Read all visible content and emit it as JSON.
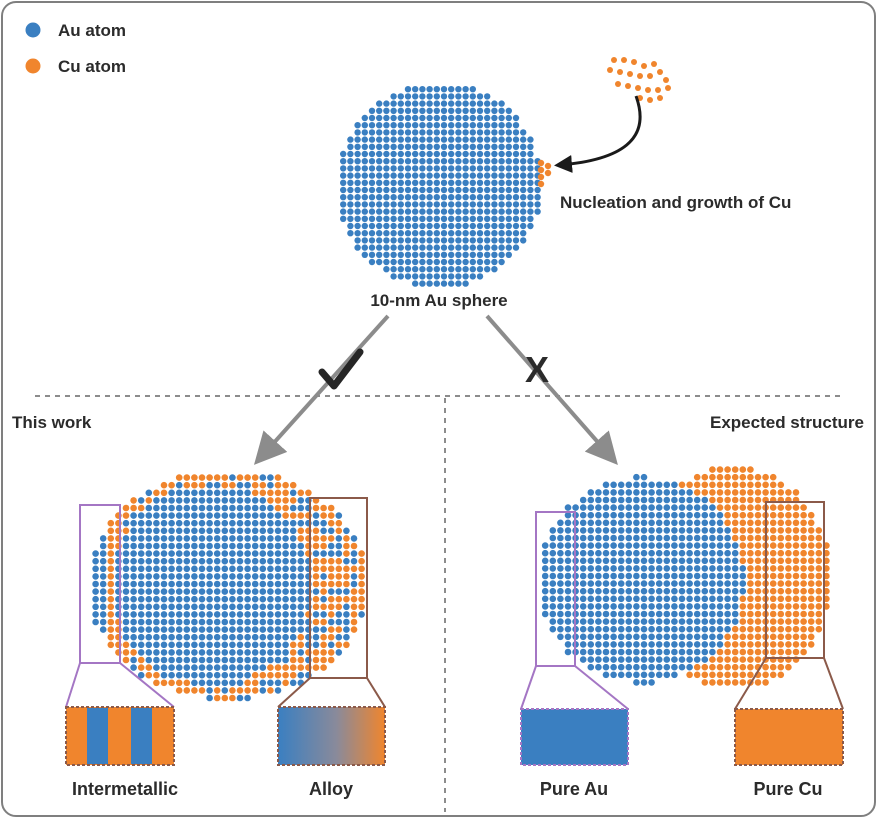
{
  "legend": {
    "items": [
      {
        "label": "Au atom",
        "color": "#3a7fc1"
      },
      {
        "label": "Cu atom",
        "color": "#f0852d"
      }
    ]
  },
  "top": {
    "sphere_label": "10-nm Au sphere",
    "nucleation_label": "Nucleation and growth of Cu",
    "check_mark": "✓",
    "cross_mark": "X"
  },
  "left_panel": {
    "heading": "This work",
    "inset_labels": [
      "Intermetallic",
      "Alloy"
    ]
  },
  "right_panel": {
    "heading": "Expected structure",
    "inset_labels": [
      "Pure Au",
      "Pure Cu"
    ]
  },
  "colors": {
    "au": "#3a7fc1",
    "cu": "#f0852d",
    "frame": "#7f7f7f",
    "purple": "#a476c4",
    "brown": "#8b5a4a",
    "arrow": "#8c8c8c"
  }
}
